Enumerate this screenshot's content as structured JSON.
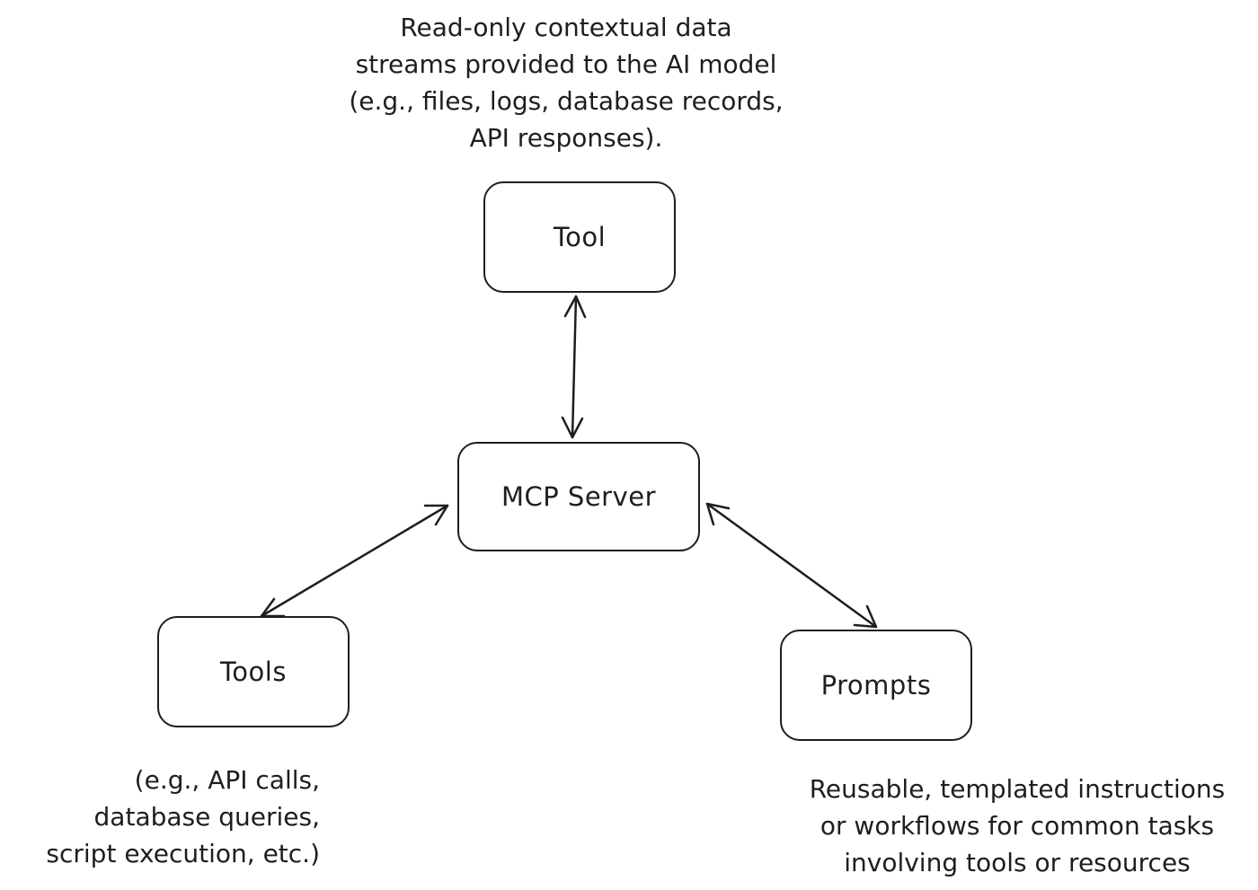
{
  "nodes": {
    "tool": "Tool",
    "server": "MCP Server",
    "tools": "Tools",
    "prompts": "Prompts"
  },
  "notes": {
    "resources": [
      "Read-only contextual data",
      "streams provided to the AI model",
      "(e.g., files, logs, database records,",
      "API responses)."
    ],
    "tools": [
      "(e.g., API calls,",
      "database queries,",
      "script execution, etc.)"
    ],
    "prompts": [
      "Reusable, templated instructions",
      "or workflows for common tasks",
      "involving tools or resources"
    ]
  },
  "edges": [
    {
      "from": "tool",
      "to": "server",
      "direction": "bidirectional"
    },
    {
      "from": "server",
      "to": "tools",
      "direction": "bidirectional"
    },
    {
      "from": "server",
      "to": "prompts",
      "direction": "bidirectional"
    }
  ]
}
